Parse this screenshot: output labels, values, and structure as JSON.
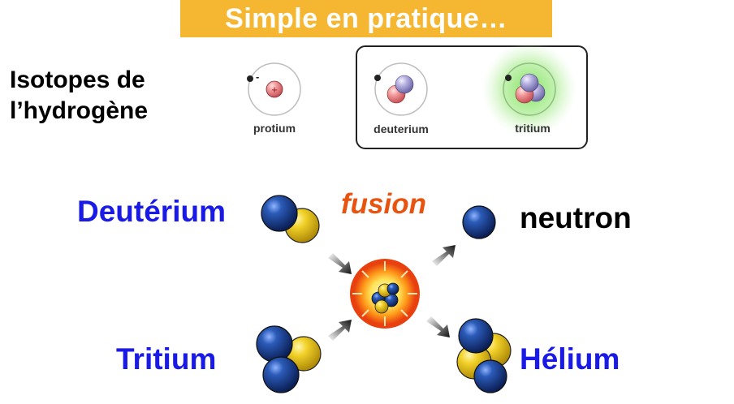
{
  "header": {
    "title": "Simple en pratique…"
  },
  "isotopes": {
    "section_label_line1": "Isotopes de",
    "section_label_line2": "l’hydrogène",
    "protium": "protium",
    "deuterium": "deuterium",
    "tritium": "tritium",
    "electron_sign": "-",
    "proton_sign": "+"
  },
  "reaction": {
    "reactant_1": "Deutérium",
    "reactant_2": "Tritium",
    "process": "fusion",
    "product_1": "neutron",
    "product_2": "Hélium"
  },
  "colors": {
    "banner": "#f5b731",
    "label_blue": "#1a1ae6",
    "fusion_orange": "#e8530f",
    "neutron_blue": "#1d3f86",
    "proton_yellow": "#f2d22a",
    "tritium_glow": "#7be35a"
  }
}
